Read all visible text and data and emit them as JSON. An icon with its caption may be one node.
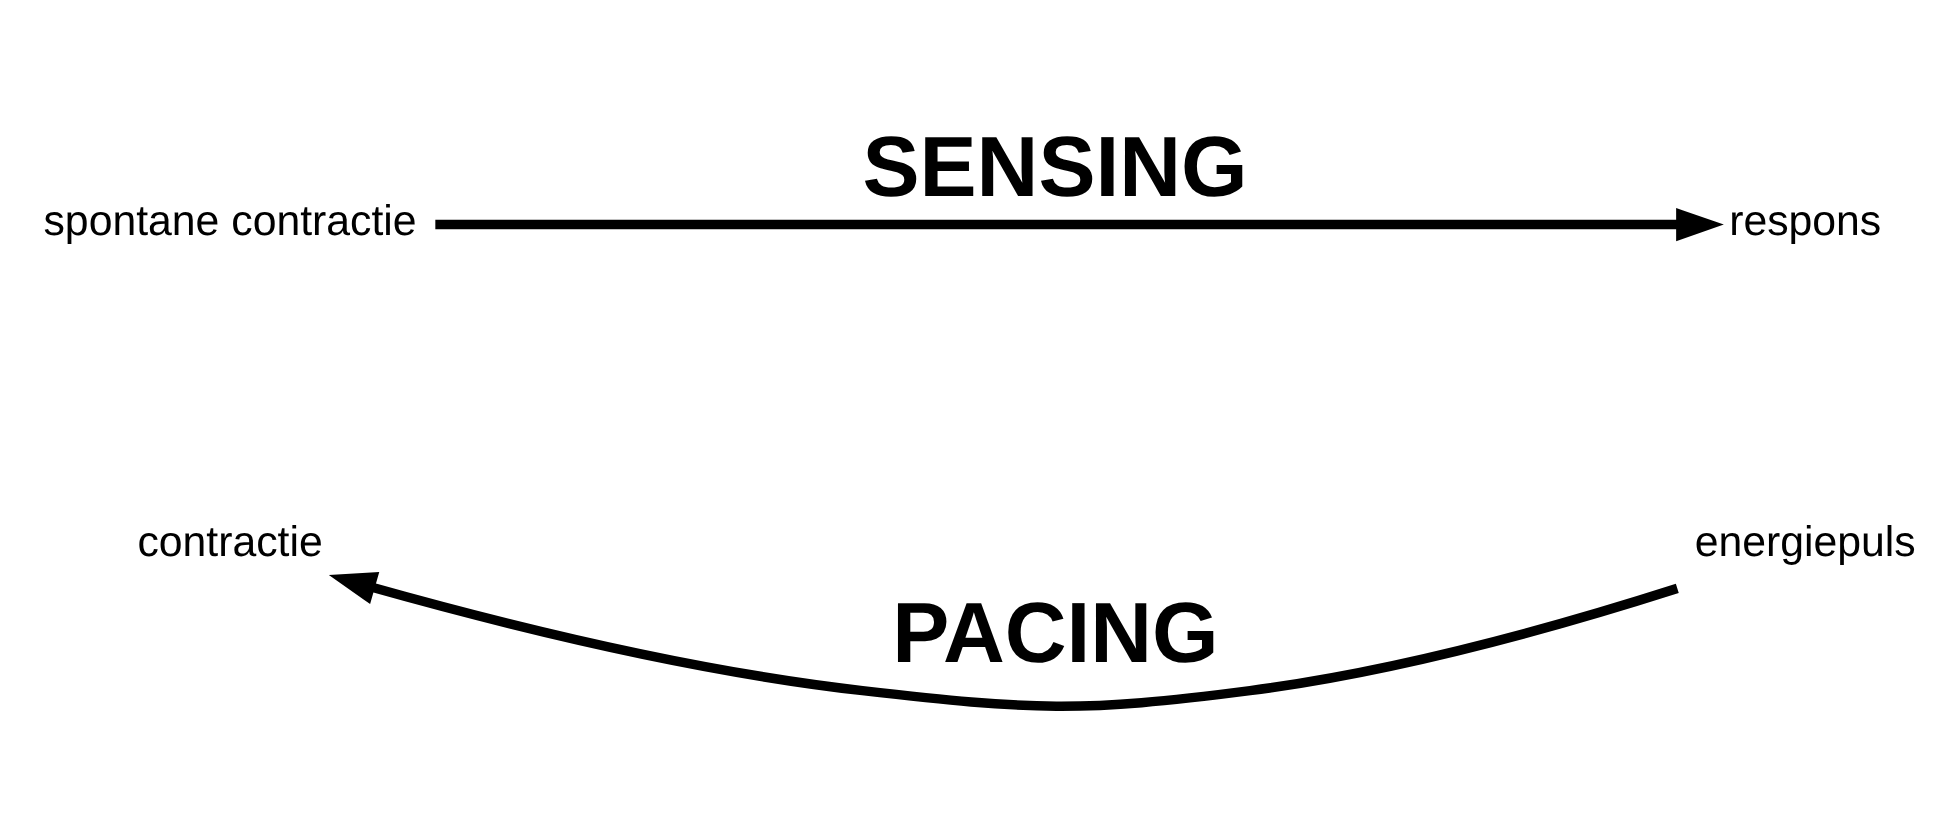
{
  "diagram": {
    "nodes": [
      {
        "text": [
          "contractie"
        ]
      },
      {
        "text": [
          "energiepuls"
        ]
      },
      {
        "text": [
          "spontane contractie"
        ]
      },
      {
        "text": [
          "respons"
        ]
      }
    ],
    "edges": [
      {
        "from": 1,
        "to": 0,
        "arrow": "to",
        "label": "PACING"
      },
      {
        "from": 2,
        "to": 3,
        "arrow": "to",
        "label": "SENSING"
      }
    ]
  }
}
